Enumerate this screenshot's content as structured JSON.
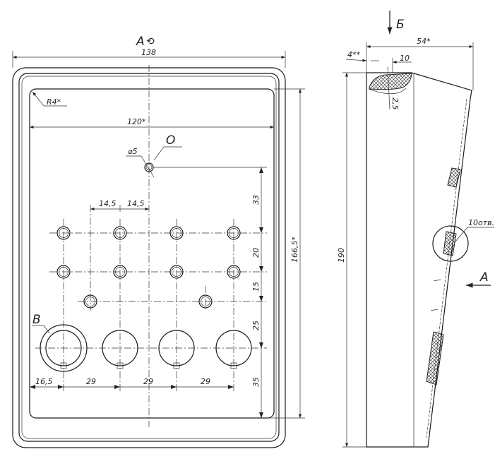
{
  "front_view": {
    "view_label": "А",
    "rotation_symbol": "⟲",
    "dim_width": "138",
    "dim_radius": "R4*",
    "dim_inner_width": "120*",
    "dim_hole_dia": "⌀5",
    "point_label": "O",
    "dim_pitch_1": "14,5",
    "dim_pitch_2": "14,5",
    "dim_v_1": "33",
    "dim_v_2": "20",
    "dim_v_3": "15",
    "dim_v_4": "25",
    "dim_v_5": "35",
    "dim_height": "166,5*",
    "dim_h_1": "16,5",
    "dim_h_2": "29",
    "dim_h_3": "29",
    "dim_h_4": "29",
    "detail_label": "В"
  },
  "side_view": {
    "view_arrow_label": "Б",
    "dim_depth": "54*",
    "dim_wall": "4**",
    "dim_lip": "10",
    "dim_gap": "2,5",
    "dim_height": "190",
    "holes_note": "10отв.",
    "view_arrow_a": "А"
  }
}
